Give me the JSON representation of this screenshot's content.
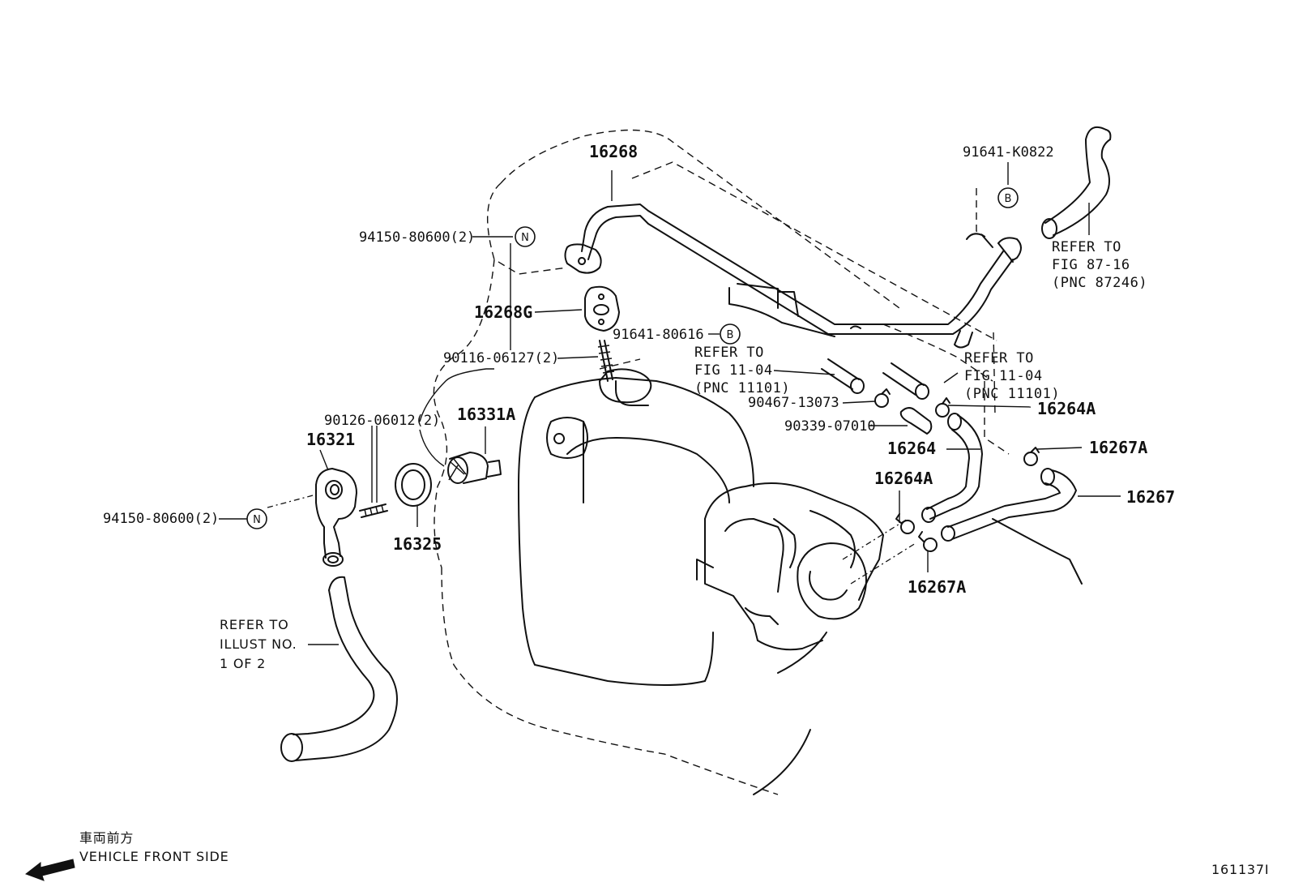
{
  "parts": {
    "p16268": "16268",
    "p16268g": "16268G",
    "p91641_k0822": "91641-K0822",
    "p94150_top": "94150-80600(2)",
    "p91641_80616": "91641-80616",
    "p90116": "90116-06127(2)",
    "p90126": "90126-06012(2)",
    "p16331a": "16331A",
    "p16321": "16321",
    "p94150_left": "94150-80600(2)",
    "p16325": "16325",
    "p90467": "90467-13073",
    "p90339": "90339-07010",
    "p16264a_top": "16264A",
    "p16264": "16264",
    "p16267a_top": "16267A",
    "p16264a_mid": "16264A",
    "p16267": "16267",
    "p16267a_bot": "16267A"
  },
  "badges": {
    "n": "N",
    "b": "B"
  },
  "refs": {
    "fig87": [
      "REFER TO",
      "FIG 87-16",
      "(PNC 87246)"
    ],
    "fig11_left": [
      "REFER TO",
      "FIG 11-04",
      "(PNC 11101)"
    ],
    "fig11_right": [
      "REFER TO",
      "FIG 11-04",
      "(PNC 11101)"
    ],
    "illust": [
      "REFER TO",
      "ILLUST NO.",
      "1 OF 2"
    ]
  },
  "direction": {
    "jp": "車両前方",
    "en": "VEHICLE FRONT SIDE"
  },
  "illustration_id": "161137I"
}
